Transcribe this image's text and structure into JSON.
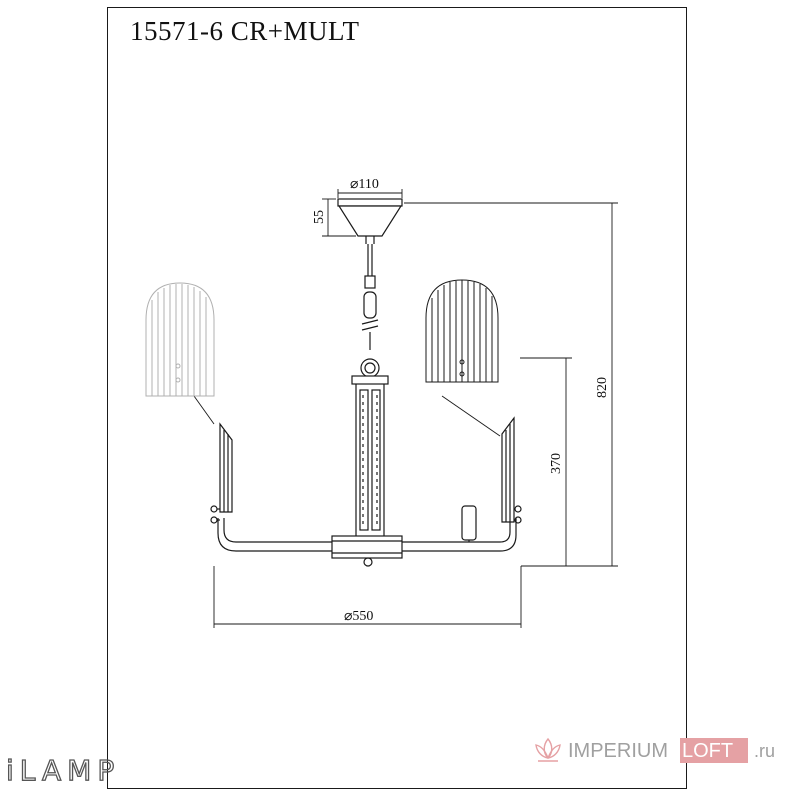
{
  "header": {
    "model": "15571-6 CR+MULT"
  },
  "dimensions": {
    "canopy_diameter": "⌀110",
    "canopy_height": "55",
    "total_height": "820",
    "fixture_height": "370",
    "fixture_diameter": "⌀550"
  },
  "brand": {
    "logo": "iLAMP"
  },
  "watermark": {
    "name_part1": "IMPERIUM",
    "name_part2": "LOFT",
    "domain": ".ru"
  },
  "colors": {
    "line": "#1a1a1a",
    "watermark_red": "#e5a1a4",
    "watermark_gray": "#9a9a9a"
  }
}
